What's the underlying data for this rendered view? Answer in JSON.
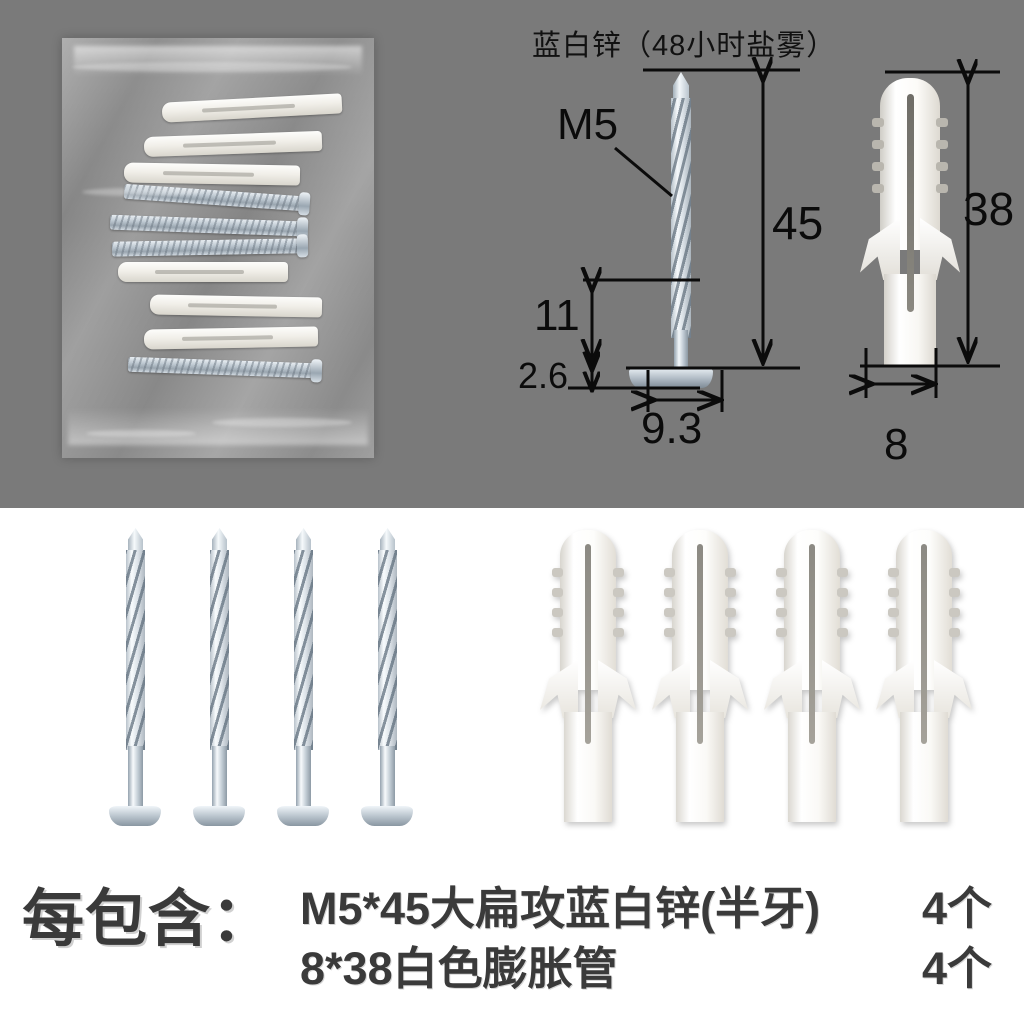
{
  "product": {
    "photo_alt": "clear-poly-bag-with-screws-and-anchors"
  },
  "diagram": {
    "title": "蓝白锌（48小时盐雾）",
    "screw": {
      "thread_spec": "M5",
      "total_length": "45",
      "smooth_shank_length": "11",
      "head_height": "2.6",
      "head_diameter": "9.3"
    },
    "anchor": {
      "length": "38",
      "diameter": "8"
    }
  },
  "showcase": {
    "screw_count": 4,
    "anchor_count": 4
  },
  "contents": {
    "heading": "每包含：",
    "rows": [
      {
        "desc": "M5*45大扁攻蓝白锌(半牙)",
        "qty": "4个"
      },
      {
        "desc": "8*38白色膨胀管",
        "qty": "4个"
      }
    ]
  },
  "colors": {
    "background_gray": "#7a7a7a",
    "background_white": "#ffffff",
    "text_dark": "#3a3a3a",
    "dimension_black": "#0b0b0b"
  }
}
